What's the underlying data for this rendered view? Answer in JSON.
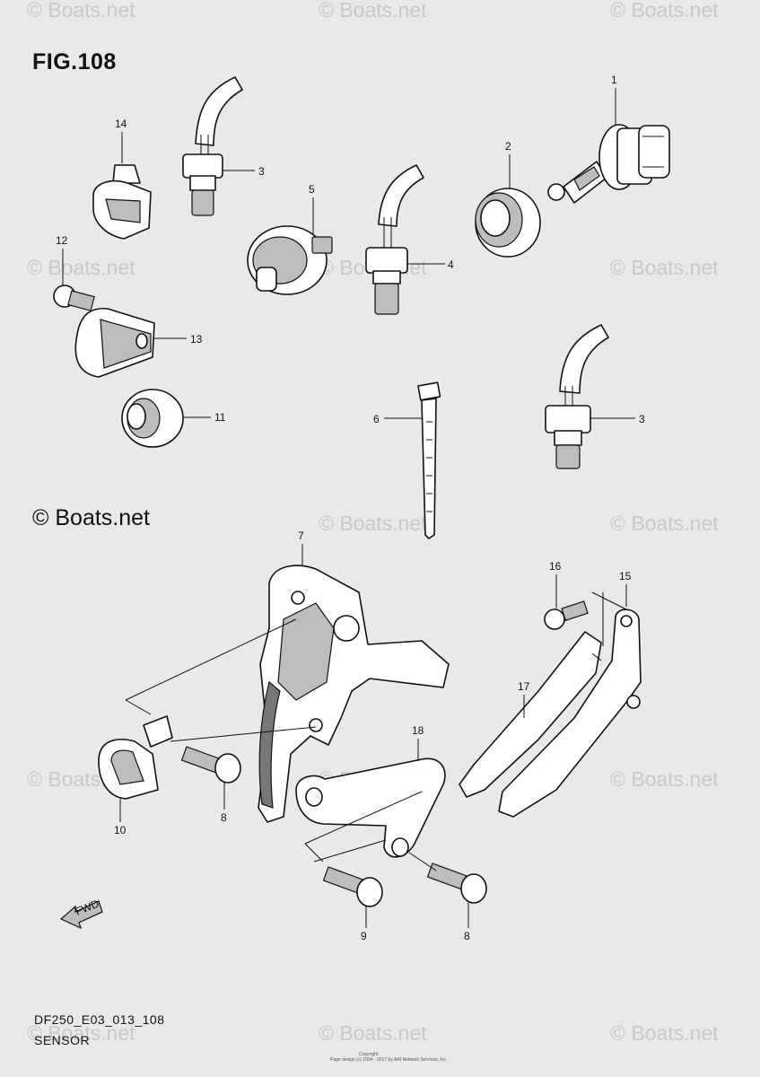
{
  "figure": {
    "title": "FIG.108",
    "copyright_main": "© Boats.net",
    "code": "DF250_E03_013_108",
    "section": "SENSOR",
    "fine_print_line1": "Copyright",
    "fine_print_line2": "Page design (c) 2004 - 2017 by ARI Network Services, Inc."
  },
  "watermark": {
    "text": "© Boats.net"
  },
  "callouts": [
    {
      "n": "1"
    },
    {
      "n": "2"
    },
    {
      "n": "3"
    },
    {
      "n": "4"
    },
    {
      "n": "5"
    },
    {
      "n": "14"
    },
    {
      "n": "12"
    },
    {
      "n": "13"
    },
    {
      "n": "11"
    },
    {
      "n": "6"
    },
    {
      "n": "3"
    },
    {
      "n": "7"
    },
    {
      "n": "16"
    },
    {
      "n": "15"
    },
    {
      "n": "17"
    },
    {
      "n": "18"
    },
    {
      "n": "10"
    },
    {
      "n": "8"
    },
    {
      "n": "9"
    },
    {
      "n": "8"
    }
  ],
  "fwd_label": "FWD"
}
